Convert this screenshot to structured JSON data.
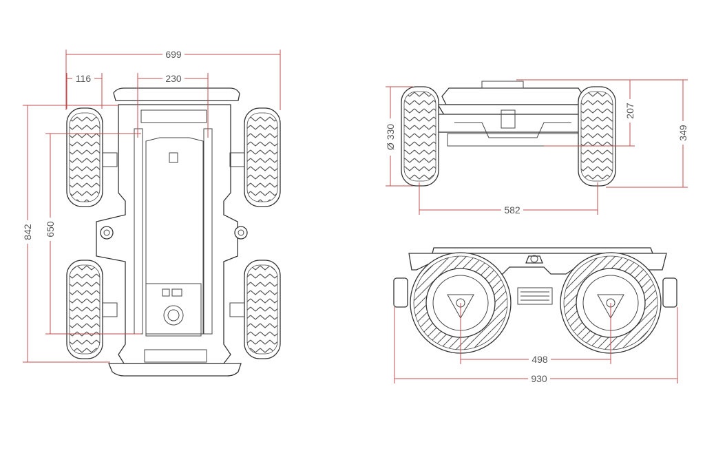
{
  "colors": {
    "dimension_line": "#c44a4a",
    "outline": "#333333",
    "label": "#555555"
  },
  "top_view": {
    "overall_width": "699",
    "wheel_width": "116",
    "deck_width": "230",
    "overall_length": "842",
    "wheelbase": "650"
  },
  "side_view": {
    "wheel_diameter": "Ø 330",
    "deck_height": "207",
    "overall_height": "349",
    "track": "582"
  },
  "front_view": {
    "hub_spacing": "498",
    "overall_length": "930"
  }
}
